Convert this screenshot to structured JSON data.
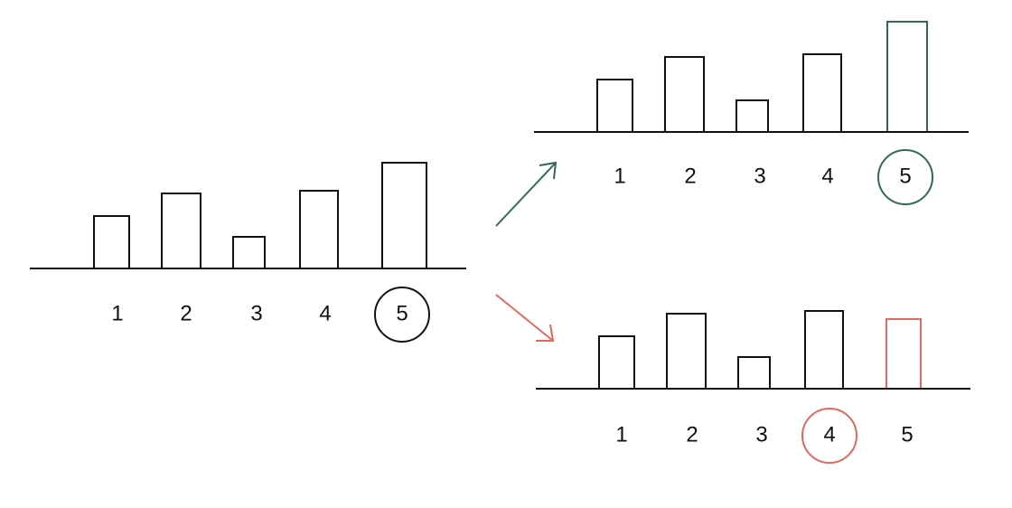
{
  "colors": {
    "line": "#111111",
    "green": "#2e6b4f",
    "red": "#e06a60"
  },
  "chart_data": [
    {
      "type": "bar",
      "categories": [
        "1",
        "2",
        "3",
        "4",
        "5"
      ],
      "values": [
        58,
        83,
        35,
        86,
        117
      ],
      "circled": "5",
      "bar_colors": [
        "line",
        "line",
        "line",
        "line",
        "line"
      ],
      "circle_color": "line"
    },
    {
      "type": "bar",
      "categories": [
        "1",
        "2",
        "3",
        "4",
        "5"
      ],
      "values": [
        58,
        83,
        35,
        86,
        122
      ],
      "circled": "5",
      "bar_colors": [
        "line",
        "line",
        "line",
        "line",
        "green"
      ],
      "circle_color": "green"
    },
    {
      "type": "bar",
      "categories": [
        "1",
        "2",
        "3",
        "4",
        "5"
      ],
      "values": [
        58,
        83,
        35,
        86,
        77
      ],
      "circled": "4",
      "bar_colors": [
        "line",
        "line",
        "line",
        "line",
        "red"
      ],
      "circle_color": "red"
    }
  ],
  "arrows": [
    {
      "to": "upper",
      "color": "green"
    },
    {
      "to": "lower",
      "color": "red"
    }
  ]
}
